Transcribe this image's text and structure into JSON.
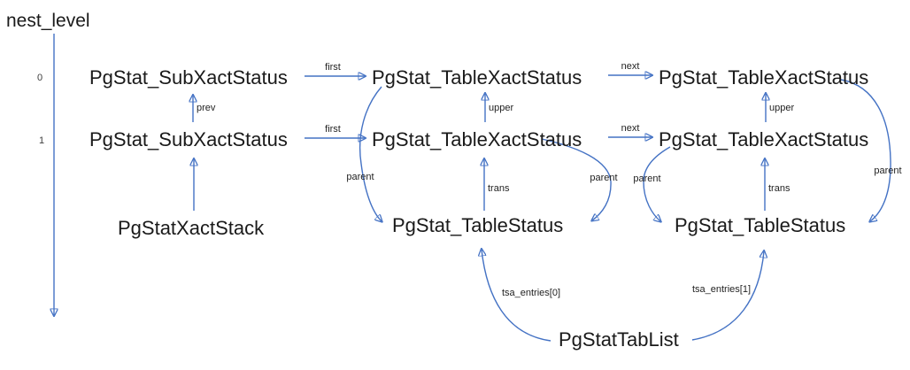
{
  "diagram": {
    "axis": {
      "title": "nest_level",
      "levels": [
        "0",
        "1"
      ]
    },
    "nodes": {
      "subxact_level0": "PgStat_SubXactStatus",
      "subxact_level1": "PgStat_SubXactStatus",
      "tablexact_level0_a": "PgStat_TableXactStatus",
      "tablexact_level0_b": "PgStat_TableXactStatus",
      "tablexact_level1_a": "PgStat_TableXactStatus",
      "tablexact_level1_b": "PgStat_TableXactStatus",
      "tablestatus_left": "PgStat_TableStatus",
      "tablestatus_right": "PgStat_TableStatus",
      "xact_stack": "PgStatXactStack",
      "tab_list": "PgStatTabList"
    },
    "edge_labels": {
      "first_level0": "first",
      "first_level1": "first",
      "next_level0": "next",
      "next_level1": "next",
      "prev": "prev",
      "upper_mid": "upper",
      "upper_right": "upper",
      "trans_left": "trans",
      "trans_right": "trans",
      "parent_far_left": "parent",
      "parent_mid_left": "parent",
      "parent_mid_right": "parent",
      "parent_far_right": "parent",
      "tsa_entries_0": "tsa_entries[0]",
      "tsa_entries_1": "tsa_entries[1]"
    },
    "colors": {
      "arrow": "#4472C4",
      "text": "#1a1a1a",
      "label_text": "#222222",
      "background": "#ffffff"
    }
  }
}
